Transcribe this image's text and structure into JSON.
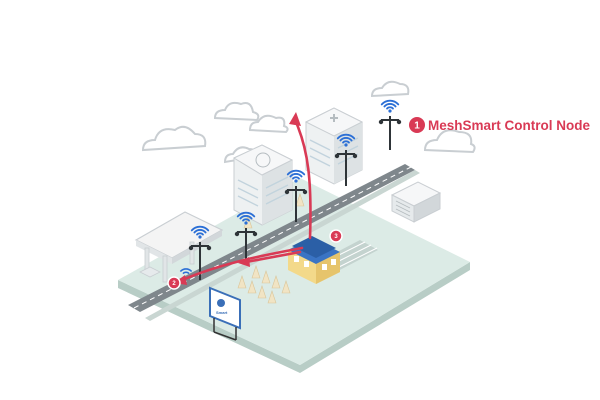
{
  "callout": {
    "number": "1",
    "label": "MeshSmart Control Node"
  },
  "badges": [
    {
      "number": "2"
    },
    {
      "number": "3"
    }
  ],
  "sign": {
    "text": "Smart"
  },
  "colors": {
    "accent": "#d93a55",
    "wifi": "#2b6fd6",
    "ground": "#dcebe6",
    "road": "#7f878c",
    "building": "#e9ecee",
    "cloud_stroke": "#c9ced2"
  }
}
